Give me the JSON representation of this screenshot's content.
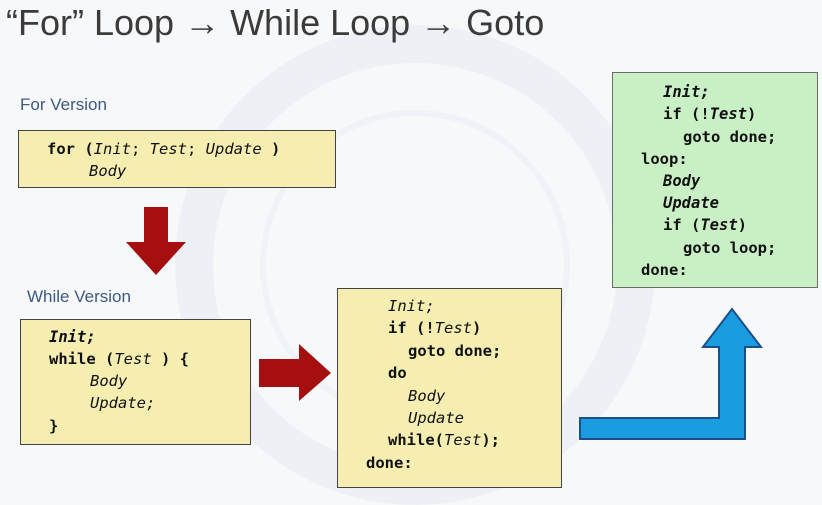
{
  "slide": {
    "title": "“For” Loop → While Loop → Goto"
  },
  "for_version": {
    "label": "For Version",
    "lines": [
      [
        {
          "t": "for (",
          "b": true
        },
        {
          "t": "Init",
          "i": true
        },
        {
          "t": "; ",
          "b": false
        },
        {
          "t": "Test",
          "i": true
        },
        {
          "t": "; ",
          "b": false
        },
        {
          "t": "Update",
          "i": true
        },
        {
          "t": " )",
          "b": true
        }
      ],
      [
        {
          "t": "Body",
          "i": true
        }
      ]
    ]
  },
  "while_version": {
    "label": "While Version",
    "lines": [
      [
        {
          "t": "Init;",
          "b": true,
          "i": true
        }
      ],
      [
        {
          "t": "while (",
          "b": true
        },
        {
          "t": "Test",
          "i": true
        },
        {
          "t": " ) {",
          "b": true
        }
      ],
      [
        {
          "t": "Body",
          "i": true
        }
      ],
      [
        {
          "t": "Update;",
          "i": true
        }
      ],
      [
        {
          "t": "}",
          "b": true
        }
      ]
    ]
  },
  "middle_goto": {
    "lines": [
      [
        {
          "t": "Init;",
          "i": true
        }
      ],
      [
        {
          "t": "if (!",
          "b": true
        },
        {
          "t": "Test",
          "i": true
        },
        {
          "t": ")",
          "b": true
        }
      ],
      [
        {
          "t": "goto done;",
          "b": true
        }
      ],
      [
        {
          "t": "do",
          "b": true
        }
      ],
      [
        {
          "t": "Body",
          "i": true
        }
      ],
      [
        {
          "t": "Update",
          "i": true
        }
      ],
      [
        {
          "t": "while(",
          "b": true
        },
        {
          "t": "Test",
          "i": true
        },
        {
          "t": ");",
          "b": true
        }
      ],
      [
        {
          "t": "done:",
          "b": true
        }
      ]
    ]
  },
  "goto_version": {
    "lines": [
      [
        {
          "t": "Init;",
          "b": true,
          "i": true
        }
      ],
      [
        {
          "t": "if (!",
          "b": true
        },
        {
          "t": "Test",
          "b": true,
          "i": true
        },
        {
          "t": ")",
          "b": true
        }
      ],
      [
        {
          "t": "goto done;",
          "b": true
        }
      ],
      [
        {
          "t": "loop:",
          "b": true
        }
      ],
      [
        {
          "t": "Body",
          "b": true,
          "i": true
        }
      ],
      [
        {
          "t": "Update",
          "b": true,
          "i": true
        }
      ],
      [
        {
          "t": "if (",
          "b": true
        },
        {
          "t": "Test",
          "b": true,
          "i": true
        },
        {
          "t": ")",
          "b": true
        }
      ],
      [
        {
          "t": "goto loop;",
          "b": true
        }
      ],
      [
        {
          "t": "done:",
          "b": true
        }
      ]
    ]
  },
  "colors": {
    "code_box_yellow": "#f5eeb0",
    "code_box_green": "#c9f0c4",
    "arrow_red": "#a50f0f",
    "arrow_blue": "#1a9ce0"
  },
  "icons": [
    "arrow-down-icon",
    "arrow-right-icon",
    "arrow-bend-up-icon"
  ]
}
